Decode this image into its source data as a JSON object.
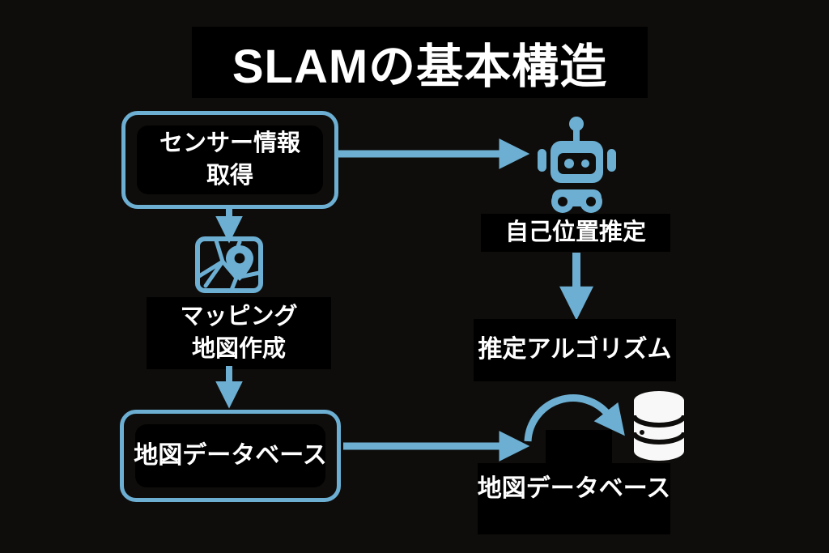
{
  "title": "SLAMの基本構造",
  "colors": {
    "background": "#0f0d0b",
    "panel": "#000000",
    "accent": "#6cafd3",
    "text": "#ffffff",
    "database_icon": "#f8f8f8"
  },
  "left_flow": {
    "sensor_box": {
      "line1": "センサー情報",
      "line2": "取得"
    },
    "mapping_label": {
      "line1": "マッピング",
      "line2": "地図作成"
    },
    "map_db_box": {
      "label": "地図データベース"
    }
  },
  "right_flow": {
    "localization_label": "自己位置推定",
    "algorithm_label": "推定アルゴリズム",
    "map_db_label": "地図データベース"
  },
  "icons": {
    "robot": "robot-icon",
    "map": "map-icon",
    "database": "database-icon",
    "arrows": [
      "arrow-right-icon",
      "arrow-down-icon",
      "arrow-curved-icon"
    ]
  }
}
